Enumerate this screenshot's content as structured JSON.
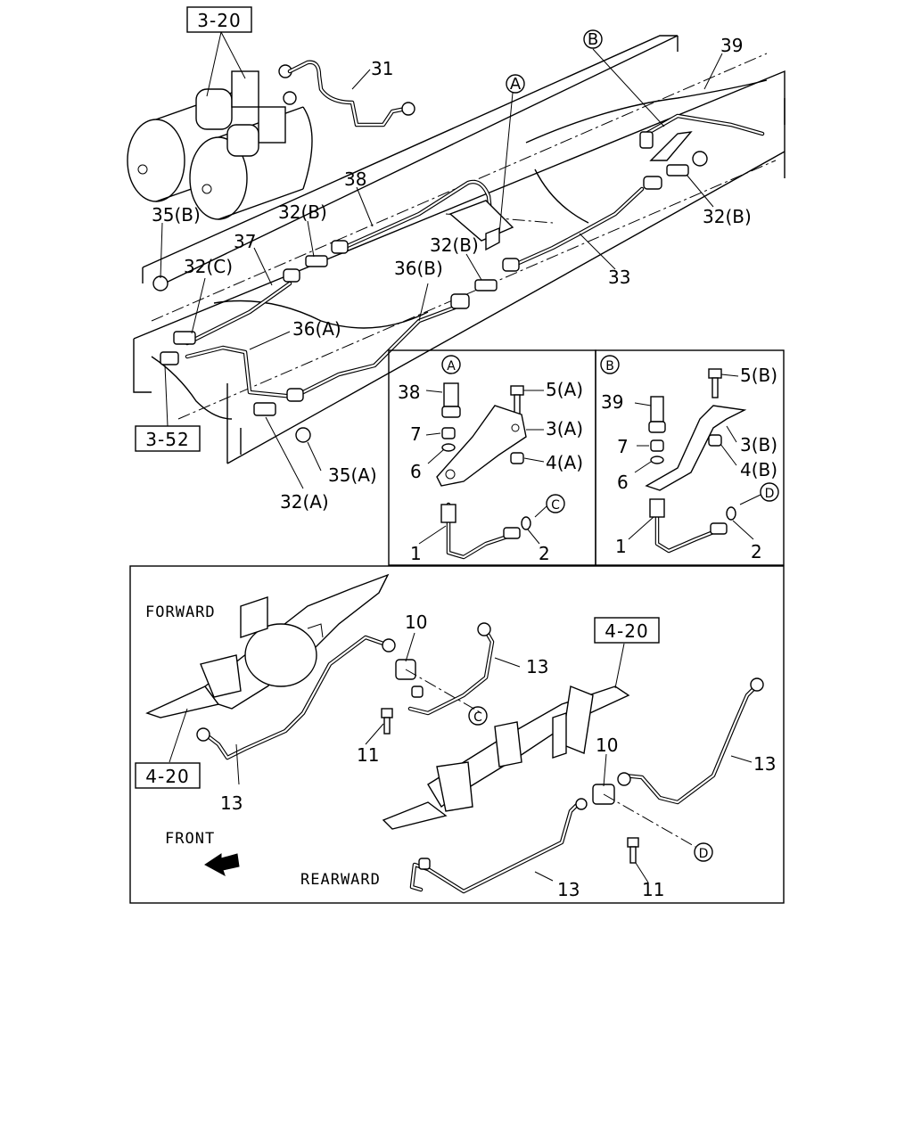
{
  "references": {
    "ref_3_20": "3-20",
    "ref_3_52": "3-52",
    "ref_4_20_left": "4-20",
    "ref_4_20_right": "4-20"
  },
  "markers": {
    "A": "A",
    "B": "B",
    "C": "C",
    "D": "D"
  },
  "top_labels": {
    "p31": "31",
    "p39": "39",
    "p38": "38",
    "p37": "37",
    "p33": "33",
    "p32b_upper": "32(B)",
    "p32b_mid": "32(B)",
    "p32b_right": "32(B)",
    "p32c": "32(C)",
    "p35b": "35(B)",
    "p36b": "36(B)",
    "p36a": "36(A)",
    "p35a": "35(A)",
    "p32a": "32(A)"
  },
  "detail_a": {
    "p38": "38",
    "p5a": "5(A)",
    "p7": "7",
    "p3a": "3(A)",
    "p6": "6",
    "p4a": "4(A)",
    "p1": "1",
    "p2": "2"
  },
  "detail_b": {
    "p5b": "5(B)",
    "p39": "39",
    "p7": "7",
    "p3b": "3(B)",
    "p6": "6",
    "p4b": "4(B)",
    "p1": "1",
    "p2": "2"
  },
  "bottom_labels": {
    "forward": "FORWARD",
    "rearward": "REARWARD",
    "front": "FRONT",
    "p10_left": "10",
    "p10_right": "10",
    "p11_left": "11",
    "p11_right": "11",
    "p13_upper_left": "13",
    "p13_lower_left": "13",
    "p13_right": "13",
    "p13_bottom": "13"
  }
}
